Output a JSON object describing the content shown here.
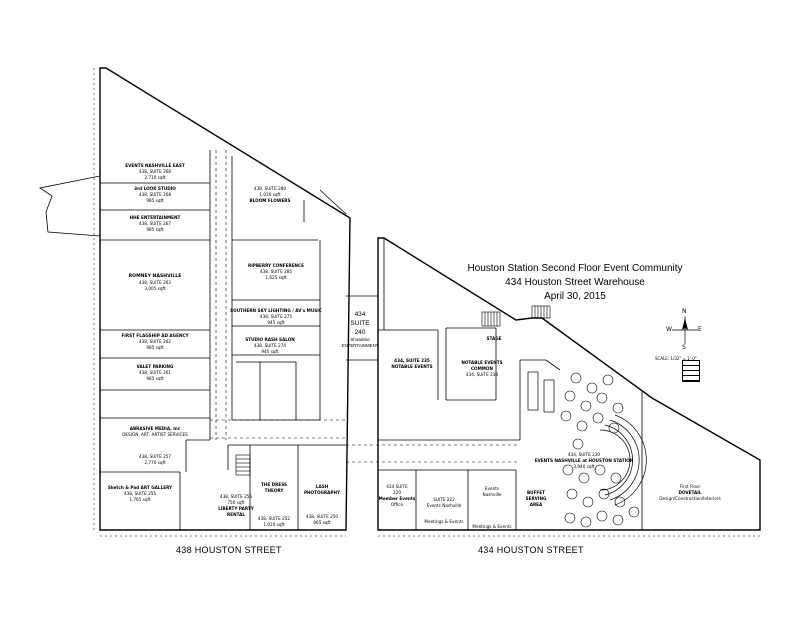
{
  "title": {
    "line1": "Houston Station Second Floor Event Community",
    "line2": "434 Houston Street Warehouse",
    "line3": "April 30, 2015"
  },
  "streets": {
    "left": "438 HOUSTON STREET",
    "right": "434 HOUSTON STREET"
  },
  "compass": {
    "n": "N",
    "s": "S",
    "e": "E",
    "w": "W"
  },
  "scale_label": "SCALE: 1/32\" = 1'-0\"",
  "center_suite": {
    "line1": "434",
    "line2": "SUITE",
    "line3": "240",
    "line4": "Showtime",
    "line5": "ENTERTAINMENT"
  },
  "rooms": [
    {
      "name": "EVENTS NASHVILLE EAST",
      "suite": "438, SUITE 268",
      "size": "2,710 sqft"
    },
    {
      "name": "3rd LOOK STUDIO",
      "suite": "438, SUITE 268",
      "size": "985 sqft"
    },
    {
      "name": "HHE ENTERTAINMENT",
      "suite": "438, SUITE 267",
      "size": "985 sqft"
    },
    {
      "name": "ROMNEY NASHVILLE",
      "suite": "438, SUITE 263",
      "size": "3,005 sqft"
    },
    {
      "name": "FIRST FLAGSHIP AD AGENCY",
      "suite": "438, SUITE 262",
      "size": "985 sqft"
    },
    {
      "name": "VALET PARKING",
      "suite": "438, SUITE 261",
      "size": "985 sqft"
    },
    {
      "name": "ABRASIVE MEDIA, Inc",
      "suite": "DESIGN, ART, ARTIST SERVICES",
      "size": ""
    },
    {
      "name": "",
      "suite": "438, SUITE 257",
      "size": "2,770 sqft"
    },
    {
      "name": "Sketch & Pad ART GALLERY",
      "suite": "438, SUITE 255",
      "size": "1,765 sqft"
    },
    {
      "name": "438, SUITE 280",
      "suite": "1,030 sqft",
      "size": "BLOOM FLOWERS"
    },
    {
      "name": "RIPBERRY CONFERENCE",
      "suite": "438, SUITE 285",
      "size": "1,625 sqft"
    },
    {
      "name": "SOUTHERN SKY LIGHTING / AV's MUSIC",
      "suite": "438, SUITE 275",
      "size": "945 sqft"
    },
    {
      "name": "STUDIO RASH SALON",
      "suite": "438, SUITE 274",
      "size": "940 sqft"
    },
    {
      "name": "438, SUITE 256",
      "suite": "750 sqft",
      "size": "LIBERTY PARTY RENTAL"
    },
    {
      "name": "THE DRESS THEORY",
      "suite": "438, SUITE 252",
      "size": "1,020 sqft"
    },
    {
      "name": "LASH PHOTOGRAPHY",
      "suite": "438, SUITE 250",
      "size": "965 sqft"
    },
    {
      "name": "434, SUITE 235 NOTABLE EVENTS",
      "suite": "",
      "size": ""
    },
    {
      "name": "NOTABLE EVENTS COMMON",
      "suite": "434, SUITE 234",
      "size": ""
    },
    {
      "name": "STAGE",
      "suite": "",
      "size": ""
    },
    {
      "name": "434, SUITE 230",
      "suite": "EVENTS NASHVILLE at HOUSTON STATION",
      "size": "3,940 sqft"
    },
    {
      "name": "434 SUITE 220",
      "suite": "Member Events",
      "size": "Office"
    },
    {
      "name": "SUITE 222",
      "suite": "Events Nashville",
      "size": "Meetings & Events"
    },
    {
      "name": "Events Nashville",
      "suite": "Meetings & Events",
      "size": ""
    },
    {
      "name": "BUFFET SERVING AREA",
      "suite": "",
      "size": ""
    },
    {
      "name": "First Floor",
      "suite": "DOVETAIL",
      "size": "Design/Construction/Interiors"
    }
  ]
}
